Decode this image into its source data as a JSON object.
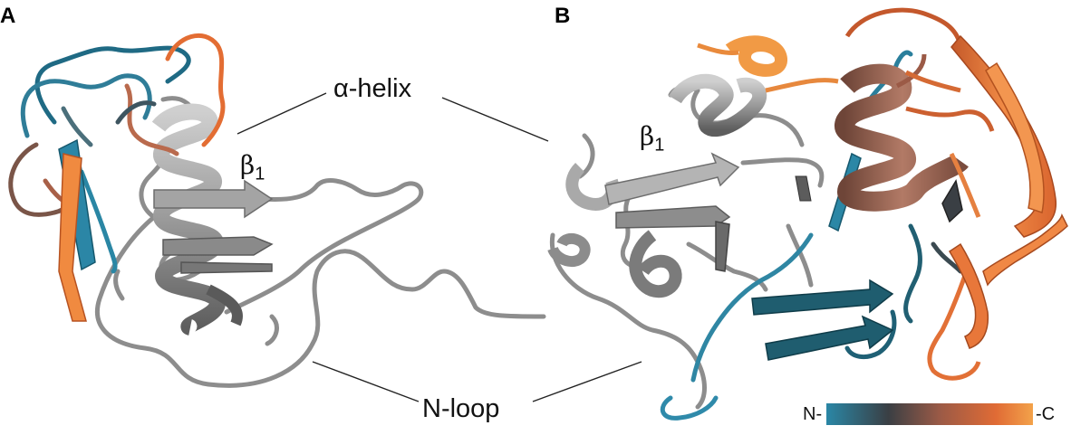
{
  "panels": {
    "left": "A",
    "right": "B"
  },
  "labels": {
    "alpha_helix": "α-helix",
    "beta_symbol": "β",
    "beta_index": "1",
    "n_loop": "N-loop"
  },
  "scale": {
    "start_label": "N-",
    "end_label": "-C",
    "colors": [
      "#2a87a6",
      "#3a3f44",
      "#9b5a46",
      "#e06b35",
      "#f3a24a"
    ]
  },
  "colors": {
    "core_gray": "#9a9a9a",
    "teal": "#2f86a3",
    "dark_teal": "#1f5c6e",
    "brown": "#9a6050",
    "orange": "#e57235",
    "light_orange": "#f29a45"
  }
}
